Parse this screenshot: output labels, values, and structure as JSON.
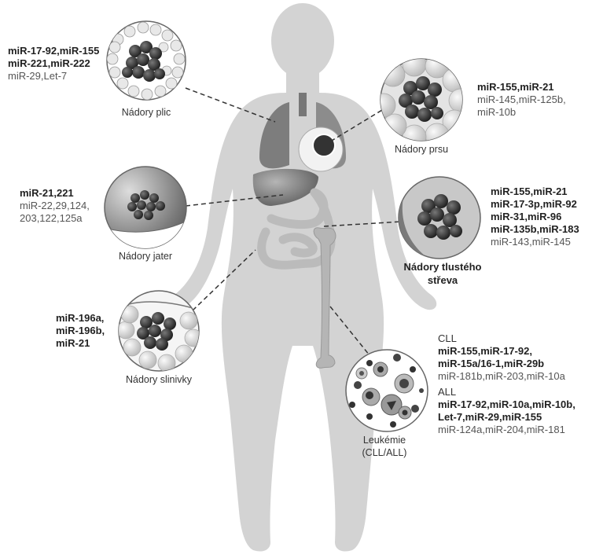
{
  "figure": {
    "lung": {
      "caption": "Nádory plic",
      "bold_lines": [
        "miR-17-92,miR-155",
        "miR-221,miR-222"
      ],
      "normal_lines": [
        "miR-29,Let-7"
      ]
    },
    "breast": {
      "caption": "Nádory prsu",
      "bold_lines": [
        "miR-155,miR-21"
      ],
      "normal_lines": [
        "miR-145,miR-125b,",
        "miR-10b"
      ]
    },
    "liver": {
      "caption": "Nádory jater",
      "bold_lines": [
        "miR-21,221"
      ],
      "normal_lines": [
        "miR-22,29,124,",
        "203,122,125a"
      ]
    },
    "colon": {
      "caption_lines": [
        "Nádory tlustého",
        "střeva"
      ],
      "bold_lines": [
        "miR-155,miR-21",
        "miR-17-3p,miR-92",
        "miR-31,miR-96",
        "miR-135b,miR-183"
      ],
      "normal_lines": [
        "miR-143,miR-145"
      ]
    },
    "pancreas": {
      "caption": "Nádory slinivky",
      "bold_lines": [
        "miR-196a,",
        "miR-196b,",
        "miR-21"
      ]
    },
    "leukemia": {
      "caption_lines": [
        "Leukémie",
        "(CLL/ALL)"
      ],
      "cll_header": "CLL",
      "cll_bold": [
        "miR-155,miR-17-92,",
        "miR-15a/16-1,miR-29b"
      ],
      "cll_normal": [
        "miR-181b,miR-203,miR-10a"
      ],
      "all_header": "ALL",
      "all_bold": [
        "miR-17-92,miR-10a,miR-10b,",
        "Let-7,miR-29,miR-155"
      ],
      "all_normal": [
        "miR-124a,miR-204,miR-181"
      ]
    }
  }
}
